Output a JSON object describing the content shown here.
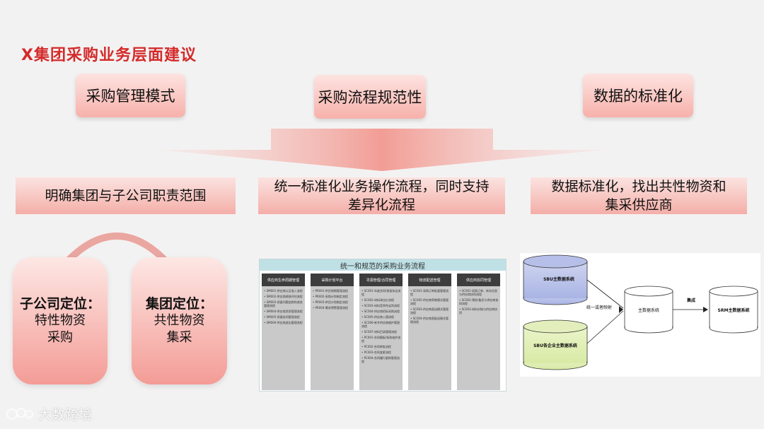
{
  "title": "X集团采购业务层面建议",
  "top_pills": [
    "采购管理模式",
    "采购流程规范性",
    "数据的标准化"
  ],
  "bands": [
    "明确集团与子公司职责范围",
    "统一标准化业务操作流程，同时支持差异化流程",
    "数据标准化，找出共性物资和集采供应商"
  ],
  "left_boxes": [
    {
      "title": "子公司定位：",
      "line1": "特性物资",
      "line2": "采购"
    },
    {
      "title": "集团定位：",
      "line1": "共性物资",
      "line2": "集采"
    }
  ],
  "process": {
    "title": "统一和规范的采购业务流程",
    "columns": [
      {
        "head": "供应商生命周期管理",
        "items": [
          "SM001-供应商认证准入流程",
          "SM002-供应商绩效评估流程",
          "SM003-质量问题追踪和改进管理流程",
          "SM004-供应商资质管理流程",
          "SM005-质量协同管理流程",
          "SM006-供应商退出管理流程"
        ]
      },
      {
        "head": "采购计划平台",
        "items": [
          "PR001-供货周期管理流程",
          "PR002-采购计划制定流程",
          "PR003-供货计划制定流程",
          "PR004-需求预警管理流程"
        ]
      },
      {
        "head": "寻源管理/合同管理",
        "items": [
          "SC001-年度合同/框架协议流程",
          "SC002-材料询比价流程",
          "SC003-材料竞争性谈判流程",
          "SC004-供应商招标采购流程",
          "SC005-供应商入围流程",
          "SC006-新专供应商维护管理流程",
          "SC007-材料目录管理流程",
          "PC001-合同模板/条款维护流程",
          "PC002-合同审批流程",
          "PC003-合同变更流程",
          "PC004-合同履行跟踪管理流程"
        ]
      },
      {
        "head": "物流配送管理",
        "items": [
          "SC001-采购订单批量管理流程",
          "SC002-供应商寄售模式管理流程",
          "SC003-供应商直送模式管理流程",
          "SC004-供应商直配送模式管理流程"
        ]
      },
      {
        "head": "供应商协同管理",
        "items": [
          "SC001-采购订单、库存信息与供应商协同流程",
          "SC002-预投/备货与供应商协同流程",
          "SC003-材料对账与供应商协同"
        ]
      }
    ]
  },
  "data_diagram": {
    "sbu_master": "SBU主数据系统",
    "sbu_enterprise": "SBU各企业主数据系统",
    "mapping_label": "统一或者映射",
    "master": "主数据系统",
    "integrate_label": "集成",
    "srm": "SRM主数据系统"
  },
  "watermark": "大数跨境",
  "colors": {
    "title": "#d42a2a",
    "pill_top": "#fde3e0",
    "pill_bottom": "#f7b1ab"
  }
}
